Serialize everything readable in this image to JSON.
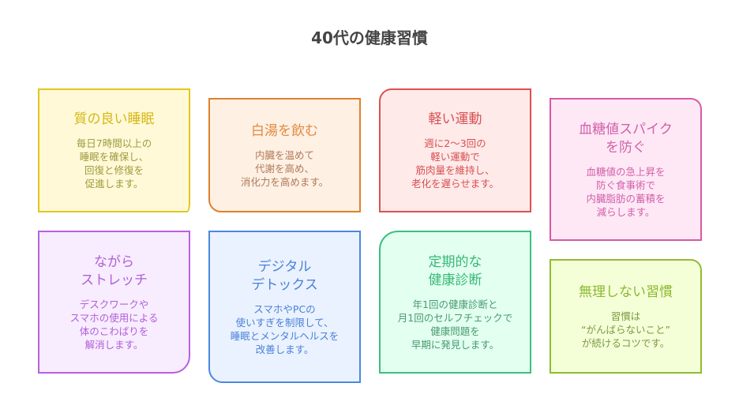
{
  "title": "40代の健康習慣",
  "cards": [
    {
      "title": "質の良い睡眠",
      "body": "毎日7時間以上の\n睡眠を確保し、\n回復と修復を\n促進します。"
    },
    {
      "title": "白湯を飲む",
      "body": "内臓を温めて\n代謝を高め、\n消化力を高めます。"
    },
    {
      "title": "軽い運動",
      "body": "週に2〜3回の\n軽い運動で\n筋肉量を維持し、\n老化を遅らせます。"
    },
    {
      "title": "血糖値スパイク\nを防ぐ",
      "body": "血糖値の急上昇を\n防ぐ食事術で\n内臓脂肪の蓄積を\n減らします。"
    },
    {
      "title": "ながら\nストレッチ",
      "body": "デスクワークや\nスマホの使用による\n体のこわばりを\n解消します。"
    },
    {
      "title": "デジタル\nデトックス",
      "body": "スマホやPCの\n使いすぎを制限して、\n睡眠とメンタルヘルスを\n改善します。"
    },
    {
      "title": "定期的な\n健康診断",
      "body": "年1回の健康診断と\n月1回のセルフチェックで\n健康問題を\n早期に発見します。"
    },
    {
      "title": "無理しない習慣",
      "body": "習慣は\n“がんばらないこと”\nが続けるコツです。"
    }
  ]
}
